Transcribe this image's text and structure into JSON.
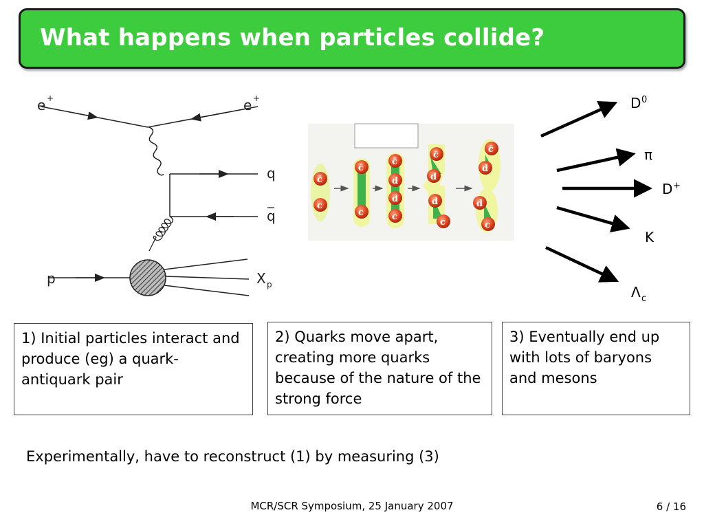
{
  "title": "What happens when particles collide?",
  "feynman": {
    "label_e_in": "e",
    "label_e_out": "e",
    "label_e_charge": "+",
    "label_q": "q",
    "label_qbar": "q",
    "label_p": "p",
    "label_X": "X",
    "label_X_sub": "p"
  },
  "string_breaking": {
    "quark_letters": [
      "c̄",
      "c",
      "c̄",
      "c",
      "c̄",
      "d",
      "d",
      "c",
      "c̄",
      "d",
      "d",
      "c",
      "c̄",
      "d",
      "d",
      "c"
    ]
  },
  "hadrons": [
    {
      "name": "D",
      "sup": "0",
      "sub": ""
    },
    {
      "name": "π",
      "sup": "",
      "sub": ""
    },
    {
      "name": "D",
      "sup": "+",
      "sub": ""
    },
    {
      "name": "K",
      "sup": "",
      "sub": ""
    },
    {
      "name": "Λ",
      "sup": "",
      "sub": "c"
    }
  ],
  "captions": [
    "1) Initial particles interact and produce (eg) a quark-antiquark pair",
    "2) Quarks move apart, creating more quarks because of the nature of the strong force",
    "3) Eventually end up with lots of baryons and mesons"
  ],
  "experimental_note": "Experimentally, have to reconstruct (1) by measuring (3)",
  "footer": "MCR/SCR Symposium, 25 January 2007",
  "page": {
    "current": "6",
    "total": "16"
  }
}
